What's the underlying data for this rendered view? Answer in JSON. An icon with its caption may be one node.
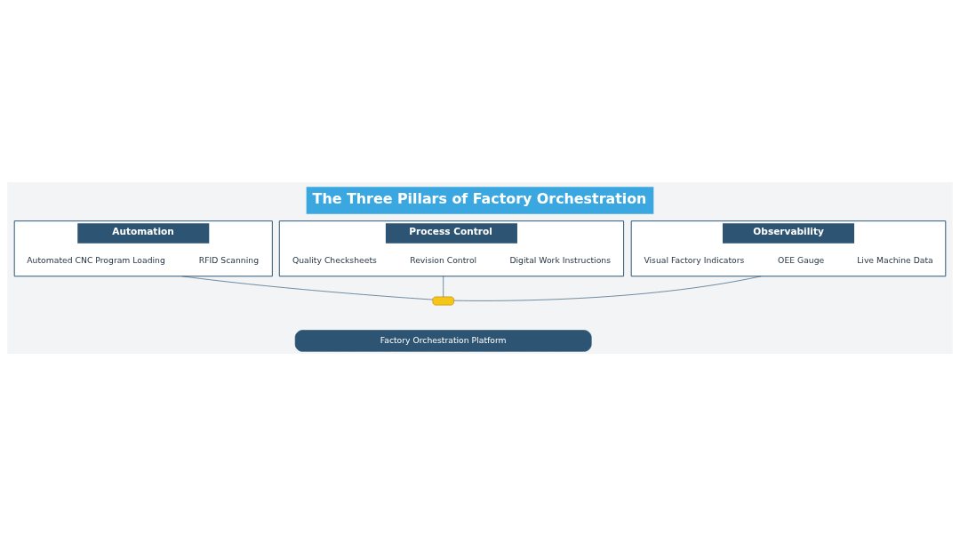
{
  "diagram": {
    "title": "The Three Pillars of Factory Orchestration",
    "nodes": [
      {
        "text": [
          "Automation"
        ]
      },
      {
        "text": [
          "RFID Scanning"
        ],
        "in": 0
      },
      {
        "text": [
          "Automated CNC Program Loading"
        ],
        "in": 0
      },
      {
        "text": [
          "Process Control"
        ]
      },
      {
        "text": [
          "Digital Work Instructions"
        ],
        "in": 3
      },
      {
        "text": [
          "Revision Control"
        ],
        "in": 3
      },
      {
        "text": [
          "Quality Checksheets"
        ],
        "in": 3
      },
      {
        "text": [
          "Observability"
        ]
      },
      {
        "text": [
          "Live Machine Data"
        ],
        "in": 7
      },
      {
        "text": [
          "OEE Gauge"
        ],
        "in": 7
      },
      {
        "text": [
          "Visual Factory Indicators"
        ],
        "in": 7
      },
      {
        "text": [],
        "shape": "box"
      },
      {
        "text": [
          "Factory Orchestration Platform"
        ]
      }
    ],
    "edges": [
      {
        "from": 0,
        "to": 11,
        "arrow": "none"
      },
      {
        "from": 3,
        "to": 11,
        "arrow": "none"
      },
      {
        "from": 7,
        "to": 11,
        "arrow": "none"
      }
    ]
  }
}
